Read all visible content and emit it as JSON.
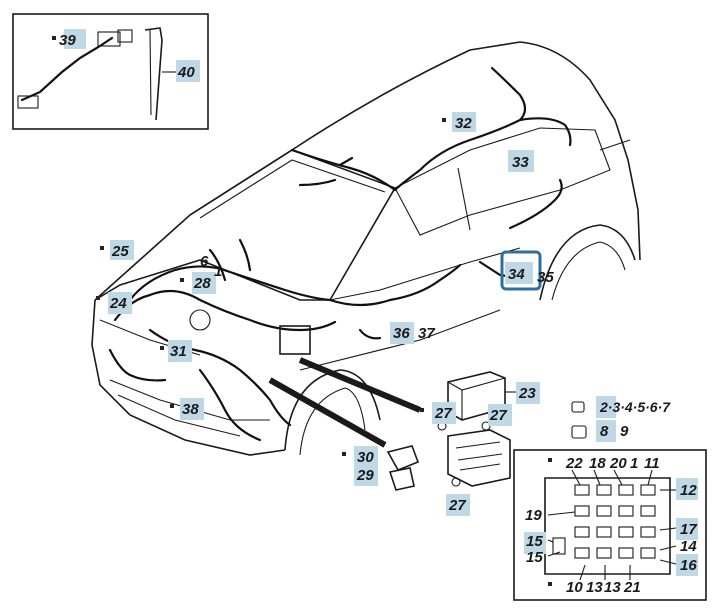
{
  "diagram": {
    "callouts": {
      "c39": "39",
      "c40": "40",
      "c32": "32",
      "c33": "33",
      "c25": "25",
      "c6": "6",
      "c1": "1",
      "c28": "28",
      "c24": "24",
      "c31": "31",
      "c38": "38",
      "c36": "36",
      "c37": "37",
      "c34": "34",
      "c35": "35",
      "c23": "23",
      "c27a": "27",
      "c27b": "27",
      "c27c": "27",
      "c30": "30",
      "c29": "29",
      "c2to7": "2·3·4·5·6·7",
      "c8": "8",
      "c9": "9",
      "c22": "22",
      "c18": "18",
      "c20": "20",
      "c11a": "1",
      "c11b": "11",
      "c12": "12",
      "c19": "19",
      "c17": "17",
      "c15a": "15",
      "c15b": "15",
      "c14": "14",
      "c16": "16",
      "c10": "10",
      "c13": "13",
      "c13b": "13",
      "c21": "21"
    },
    "colors": {
      "highlight_box": "#2e6fa3",
      "callout_pad": "#bfd8e6",
      "line": "#1a1a1a"
    }
  }
}
